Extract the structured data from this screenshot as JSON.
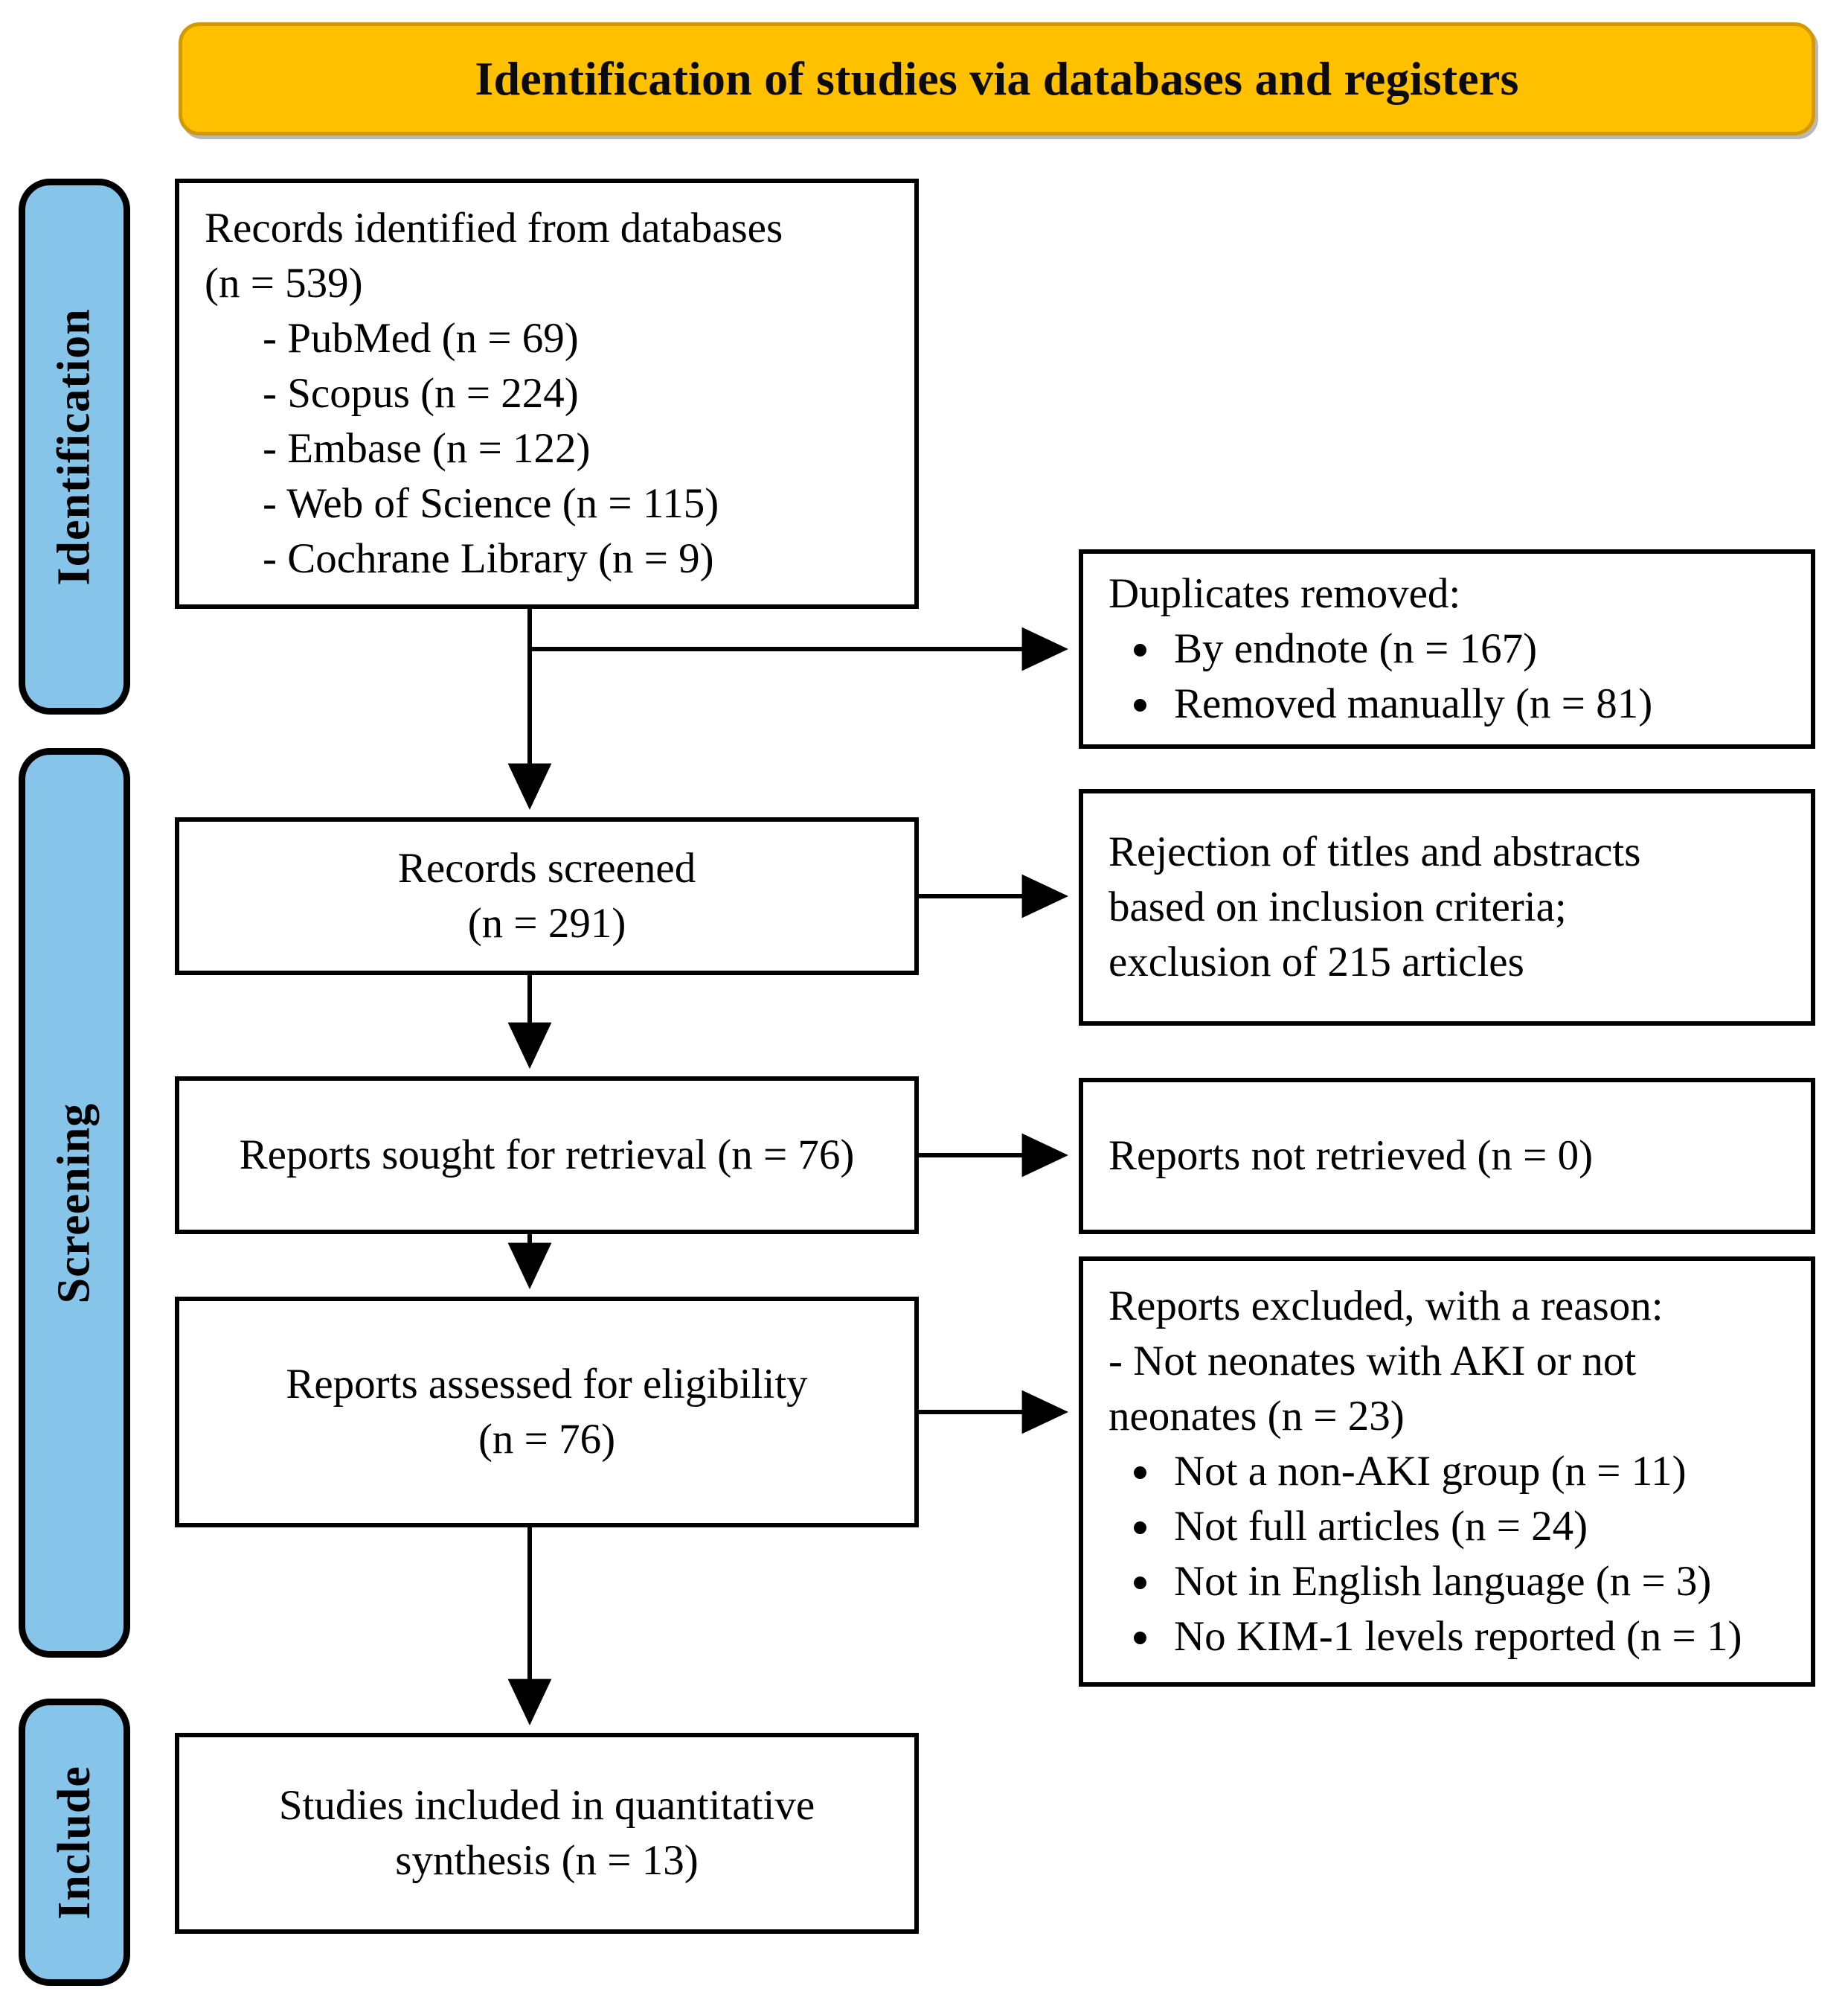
{
  "banner": {
    "title": "Identification of studies via databases and registers"
  },
  "colors": {
    "banner_fill": "#FFC000",
    "banner_stroke": "#D29A00",
    "tab_fill": "#87C4EA",
    "tab_stroke": "#000000",
    "box_stroke": "#000000",
    "text": "#000000"
  },
  "stages": [
    {
      "id": "identification",
      "label": "Identification"
    },
    {
      "id": "screening",
      "label": "Screening"
    },
    {
      "id": "include",
      "label": "Include"
    }
  ],
  "boxes": {
    "identified": {
      "line1": "Records identified from databases",
      "line2": "(n = 539)",
      "sources": [
        "- PubMed (n = 69)",
        "- Scopus (n = 224)",
        "- Embase (n = 122)",
        "- Web of Science (n = 115)",
        "- Cochrane Library (n = 9)"
      ]
    },
    "duplicates": {
      "heading": "Duplicates removed:",
      "items": [
        "By endnote (n = 167)",
        "Removed manually (n = 81)"
      ]
    },
    "screened": {
      "line1": "Records screened",
      "line2": "(n = 291)"
    },
    "rejection": {
      "line1": "Rejection of titles and abstracts",
      "line2": "based on inclusion criteria;",
      "line3": "exclusion of 215 articles"
    },
    "sought": {
      "line1": "Reports sought for retrieval (n = 76)"
    },
    "not_retrieved": {
      "line1": "Reports not retrieved (n = 0)"
    },
    "assessed": {
      "line1": "Reports assessed for eligibility",
      "line2": "(n = 76)"
    },
    "excluded": {
      "heading": "Reports excluded, with a reason:",
      "reason_line1": "- Not neonates with AKI or not",
      "reason_line2": "neonates (n = 23)",
      "items": [
        "Not a non-AKI group (n = 11)",
        "Not full articles (n = 24)",
        "Not in English language (n = 3)",
        "No KIM-1 levels reported (n = 1)"
      ]
    },
    "included": {
      "line1": "Studies included in quantitative",
      "line2": "synthesis (n = 13)"
    }
  },
  "chart_data": {
    "type": "flowchart",
    "title": "Identification of studies via databases and registers",
    "nodes": [
      {
        "id": "identified",
        "stage": "identification",
        "column": "left",
        "n": 539,
        "breakdown": {
          "PubMed": 69,
          "Scopus": 224,
          "Embase": 122,
          "Web of Science": 115,
          "Cochrane Library": 9
        }
      },
      {
        "id": "duplicates",
        "stage": "identification",
        "column": "right",
        "breakdown": {
          "By endnote": 167,
          "Removed manually": 81
        }
      },
      {
        "id": "screened",
        "stage": "screening",
        "column": "left",
        "n": 291
      },
      {
        "id": "rejection",
        "stage": "screening",
        "column": "right",
        "excluded": 215
      },
      {
        "id": "sought",
        "stage": "screening",
        "column": "left",
        "n": 76
      },
      {
        "id": "not_retrieved",
        "stage": "screening",
        "column": "right",
        "n": 0
      },
      {
        "id": "assessed",
        "stage": "screening",
        "column": "left",
        "n": 76
      },
      {
        "id": "excluded",
        "stage": "screening",
        "column": "right",
        "breakdown": {
          "Not neonates with AKI or not neonates": 23,
          "Not a non-AKI group": 11,
          "Not full articles": 24,
          "Not in English language": 3,
          "No KIM-1 levels reported": 1
        }
      },
      {
        "id": "included",
        "stage": "include",
        "column": "left",
        "n": 13
      }
    ],
    "edges": [
      {
        "from": "identified",
        "to": "duplicates",
        "dir": "right"
      },
      {
        "from": "identified",
        "to": "screened",
        "dir": "down"
      },
      {
        "from": "screened",
        "to": "rejection",
        "dir": "right"
      },
      {
        "from": "screened",
        "to": "sought",
        "dir": "down"
      },
      {
        "from": "sought",
        "to": "not_retrieved",
        "dir": "right"
      },
      {
        "from": "sought",
        "to": "assessed",
        "dir": "down"
      },
      {
        "from": "assessed",
        "to": "excluded",
        "dir": "right"
      },
      {
        "from": "assessed",
        "to": "included",
        "dir": "down"
      }
    ]
  }
}
